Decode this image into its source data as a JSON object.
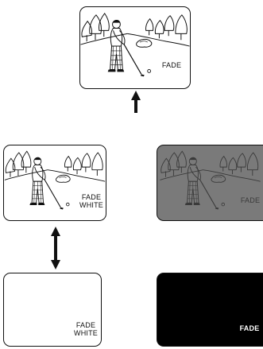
{
  "panels": {
    "top": {
      "line1": "FADE"
    },
    "mid_left": {
      "line1": "FADE",
      "line2": "WHITE"
    },
    "mid_right": {
      "line1": "FADE"
    },
    "bottom_left": {
      "line1": "FADE",
      "line2": "WHITE"
    },
    "bottom_right": {
      "line1": "FADE"
    }
  },
  "colors": {
    "ink": "#111111",
    "grey_panel": "#7a7a7a",
    "grey_scene_line": "#3a3a3a",
    "black_panel": "#000000",
    "white_text": "#ffffff"
  },
  "icons": {
    "up_arrow": "arrow-up-icon",
    "double_arrow": "arrow-up-down-icon",
    "golfer_scene": "golf-scene-illustration"
  }
}
